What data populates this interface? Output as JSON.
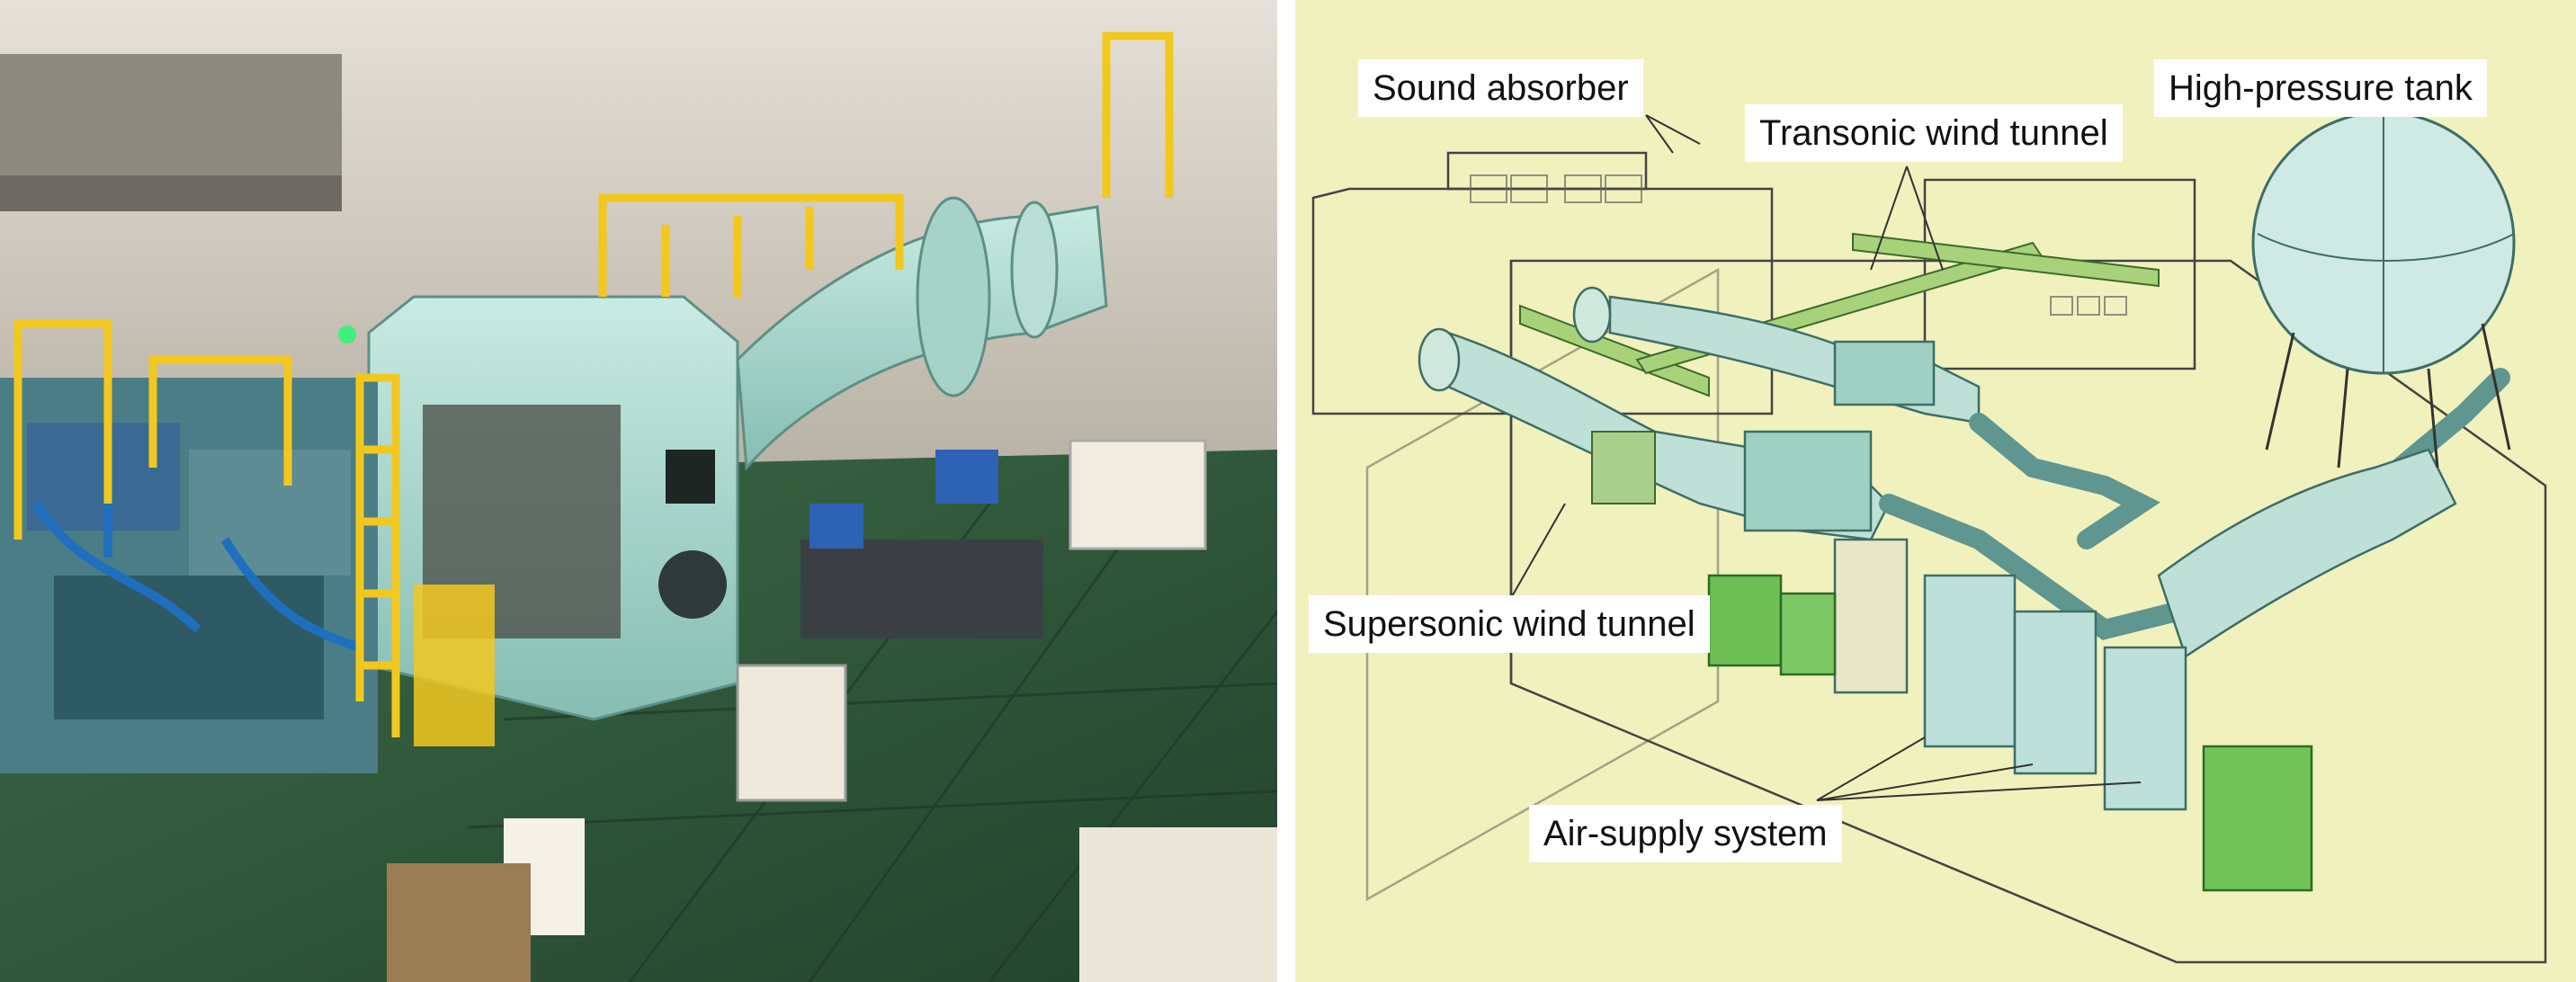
{
  "figure": {
    "left_panel": {
      "kind": "photograph",
      "subject": "wind tunnel facility hall",
      "tones": {
        "floor": "#2f5a3c",
        "tunnel_body": "#a9d5cb",
        "railing": "#f2c81e",
        "wall": "#d6d0c6"
      }
    },
    "right_panel": {
      "kind": "illustration",
      "background": "#f0f0b8",
      "labels": {
        "sound_absorber": "Sound absorber",
        "transonic": "Transonic wind tunnel",
        "hp_tank": "High-pressure tank",
        "supersonic": "Supersonic wind tunnel",
        "air_supply": "Air-supply system"
      }
    }
  }
}
